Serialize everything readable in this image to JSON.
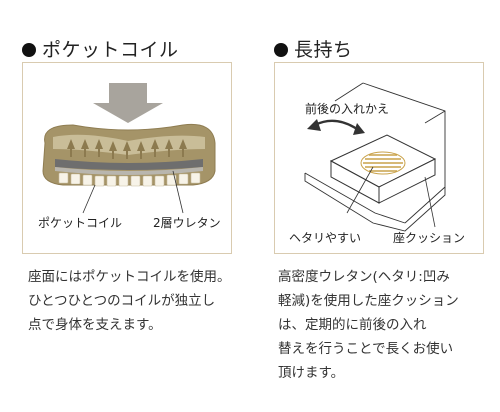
{
  "left": {
    "heading": "ポケットコイル",
    "labels": {
      "pocket_coil": "ポケットコイル",
      "urethane": "2層ウレタン"
    },
    "description_lines": [
      "座面にはポケットコイルを使用。",
      "ひとつひとつのコイルが独立し",
      "点で身体を支えます。"
    ]
  },
  "right": {
    "heading": "長持ち",
    "labels": {
      "swap": "前後の入れかえ",
      "wear": "ヘタリやすい",
      "cushion": "座クッション"
    },
    "description_lines": [
      "高密度ウレタン(ヘタリ:凹み",
      "軽減)を使用した座クッション",
      "は、定期的に前後の入れ",
      "替えを行うことで長くお使い",
      "頂けます。"
    ]
  },
  "colors": {
    "panel_border": "#d9cbb0",
    "panel_fill": "#f2ead9",
    "cushion_khaki": "#a59468",
    "arrow_grey": "#aaa59c",
    "stripe_gold": "#c9a24a"
  },
  "icons": [
    "pressure-arrow-icon",
    "cushion-stripe-icon",
    "rotate-arrow-icon"
  ]
}
